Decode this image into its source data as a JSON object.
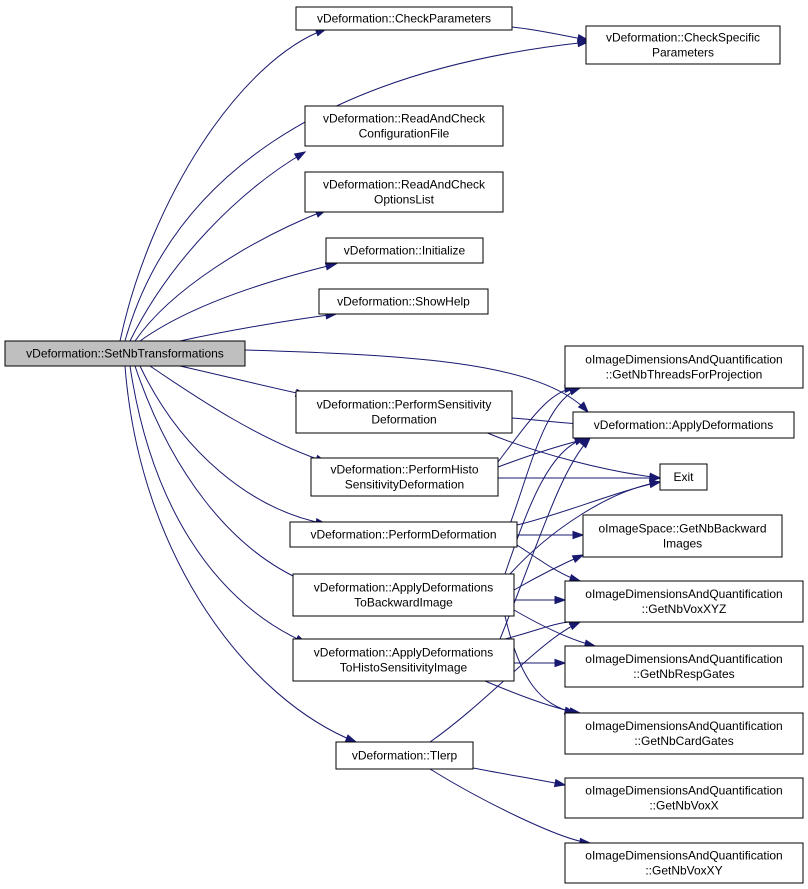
{
  "graph": {
    "root": "vDeformation::SetNbTransformations",
    "nodes": {
      "set_nb_transformations": [
        "vDeformation::SetNbTransformations"
      ],
      "check_parameters": [
        "vDeformation::CheckParameters"
      ],
      "check_specific_parameters": [
        "vDeformation::CheckSpecific",
        "Parameters"
      ],
      "read_and_check_configuration_file": [
        "vDeformation::ReadAndCheck",
        "ConfigurationFile"
      ],
      "read_and_check_options_list": [
        "vDeformation::ReadAndCheck",
        "OptionsList"
      ],
      "initialize": [
        "vDeformation::Initialize"
      ],
      "show_help": [
        "vDeformation::ShowHelp"
      ],
      "perform_sensitivity_deformation": [
        "vDeformation::PerformSensitivity",
        "Deformation"
      ],
      "perform_histo_sensitivity_deformation": [
        "vDeformation::PerformHisto",
        "SensitivityDeformation"
      ],
      "perform_deformation": [
        "vDeformation::PerformDeformation"
      ],
      "apply_deformations_to_backward_image": [
        "vDeformation::ApplyDeformations",
        "ToBackwardImage"
      ],
      "apply_deformations_to_histo_sensitivity_image": [
        "vDeformation::ApplyDeformations",
        "ToHistoSensitivityImage"
      ],
      "tlerp": [
        "vDeformation::Tlerp"
      ],
      "get_nb_threads_for_projection": [
        "oImageDimensionsAndQuantification",
        "::GetNbThreadsForProjection"
      ],
      "apply_deformations": [
        "vDeformation::ApplyDeformations"
      ],
      "exit": [
        "Exit"
      ],
      "get_nb_backward_images": [
        "oImageSpace::GetNbBackward",
        "Images"
      ],
      "get_nb_vox_xyz": [
        "oImageDimensionsAndQuantification",
        "::GetNbVoxXYZ"
      ],
      "get_nb_resp_gates": [
        "oImageDimensionsAndQuantification",
        "::GetNbRespGates"
      ],
      "get_nb_card_gates": [
        "oImageDimensionsAndQuantification",
        "::GetNbCardGates"
      ],
      "get_nb_vox_x": [
        "oImageDimensionsAndQuantification",
        "::GetNbVoxX"
      ],
      "get_nb_vox_xy": [
        "oImageDimensionsAndQuantification",
        "::GetNbVoxXY"
      ]
    }
  }
}
